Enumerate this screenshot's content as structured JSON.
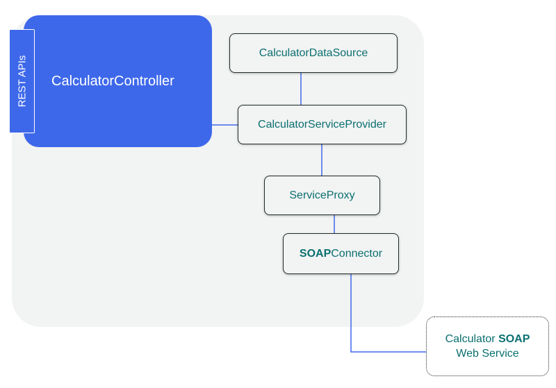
{
  "colors": {
    "accent": "#3e68ea",
    "node_text": "#0b6f70",
    "connector": "#3e68ea",
    "container_bg": "#f2f3f3"
  },
  "controller": {
    "label": "CalculatorController",
    "tab_label": "REST APIs"
  },
  "nodes": {
    "datasource": "CalculatorDataSource",
    "provider": "CalculatorServiceProvider",
    "proxy": "ServiceProxy",
    "soap_bold": "SOAP",
    "soap_rest": "Connector"
  },
  "external": {
    "line1_prefix": "Calculator ",
    "line1_bold": "SOAP",
    "line2": "Web Service"
  }
}
